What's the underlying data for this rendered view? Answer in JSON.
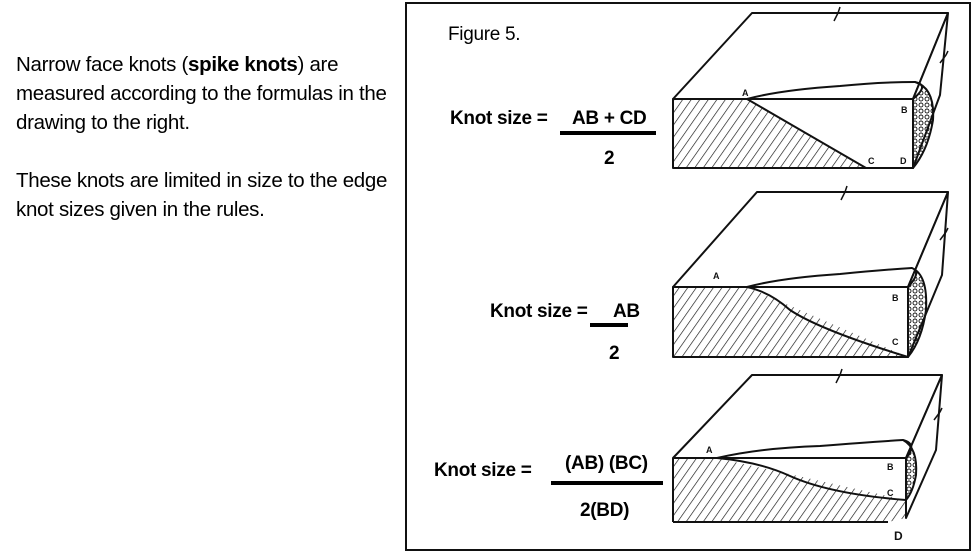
{
  "description": {
    "paragraph1": {
      "before": "Narrow face knots (",
      "bold": "spike knots",
      "after": ") are measured according to the formulas in the drawing to the right."
    },
    "paragraph2": "These knots are limited in size to the edge knot sizes given in the rules."
  },
  "figure": {
    "label": "Figure 5.",
    "formulas": [
      {
        "lhs": "Knot size =",
        "numerator": "AB + CD",
        "denominator": "2"
      },
      {
        "lhs": "Knot size =",
        "numerator": "AB",
        "denominator": "2"
      },
      {
        "lhs": "Knot size =",
        "numerator": "(AB) (BC)",
        "denominator": "2(BD)"
      }
    ],
    "drawings": [
      {
        "points": [
          "A",
          "B",
          "C",
          "D"
        ]
      },
      {
        "points": [
          "A",
          "B",
          "C"
        ]
      },
      {
        "points": [
          "A",
          "B",
          "C",
          "D"
        ]
      }
    ]
  }
}
